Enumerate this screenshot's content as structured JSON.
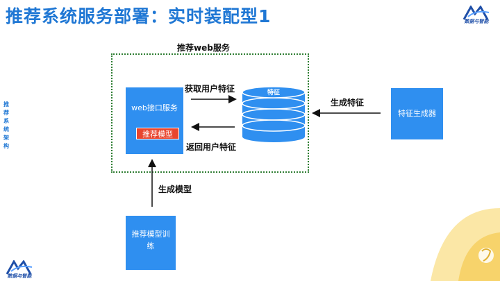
{
  "title": "推荐系统服务部署：实时装配型1",
  "side_label": "推荐系统架构",
  "logo": {
    "text": "数据与智能"
  },
  "diagram": {
    "container_label": "推荐web服务",
    "web_service": "web接口服务",
    "model_tag": "推荐模型",
    "feature_store": "特征",
    "feature_generator": "特征生成器",
    "training": "推荐模型训练",
    "edge_get_features": "获取用户特征",
    "edge_return_features": "返回用户特征",
    "edge_generate_features": "生成特征",
    "edge_generate_model": "生成模型"
  },
  "colors": {
    "title": "#1f77d4",
    "box": "#2f8ff0",
    "model_tag": "#e8462f",
    "dotted_border": "#2e7d32",
    "accent_corner": "#f5c542"
  }
}
